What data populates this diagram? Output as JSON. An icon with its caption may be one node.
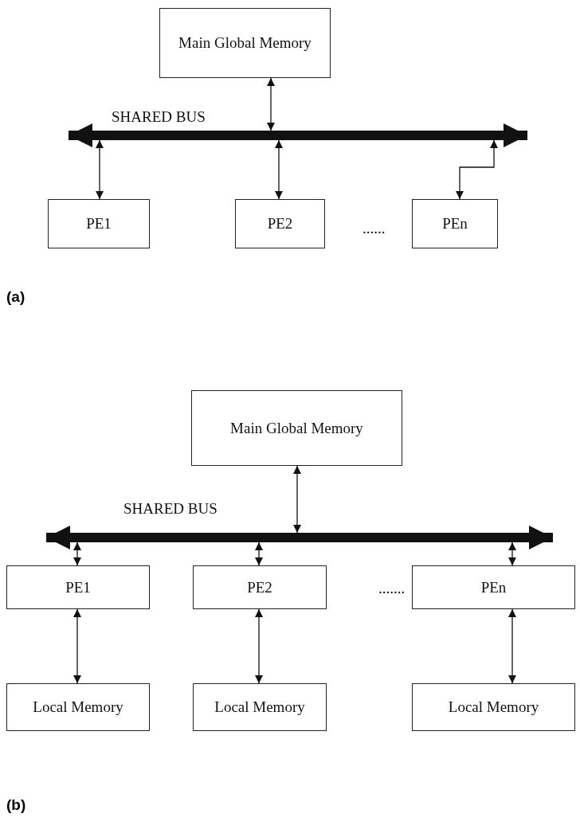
{
  "diagram": {
    "nodes": [
      {
        "text": [
          "Main Global Memory"
        ]
      },
      {
        "text": [
          "SHARED BUS"
        ]
      },
      {
        "text": [
          "PE1"
        ]
      },
      {
        "text": [
          "PE2"
        ]
      },
      {
        "text": [
          "PEn"
        ]
      },
      {
        "text": [
          "Main Global Memory"
        ]
      },
      {
        "text": [
          "SHARED BUS"
        ]
      },
      {
        "text": [
          "PE1"
        ]
      },
      {
        "text": [
          "PE2"
        ]
      },
      {
        "text": [
          "PEn"
        ]
      },
      {
        "text": [
          "Local Memory"
        ]
      },
      {
        "text": [
          "Local Memory"
        ]
      },
      {
        "text": [
          "Local Memory"
        ]
      }
    ],
    "edges": [
      {
        "from": 0,
        "to": 1,
        "arrow": "both"
      },
      {
        "from": 1,
        "to": 2,
        "arrow": "both"
      },
      {
        "from": 1,
        "to": 3,
        "arrow": "both"
      },
      {
        "from": 1,
        "to": 4,
        "arrow": "both"
      },
      {
        "from": 5,
        "to": 6,
        "arrow": "both"
      },
      {
        "from": 6,
        "to": 7,
        "arrow": "both"
      },
      {
        "from": 6,
        "to": 8,
        "arrow": "both"
      },
      {
        "from": 6,
        "to": 9,
        "arrow": "both"
      },
      {
        "from": 7,
        "to": 10,
        "arrow": "both"
      },
      {
        "from": 8,
        "to": 11,
        "arrow": "both"
      },
      {
        "from": 9,
        "to": 12,
        "arrow": "both"
      }
    ],
    "labels": [
      "......",
      "(a)",
      ".......",
      "(b)"
    ]
  }
}
